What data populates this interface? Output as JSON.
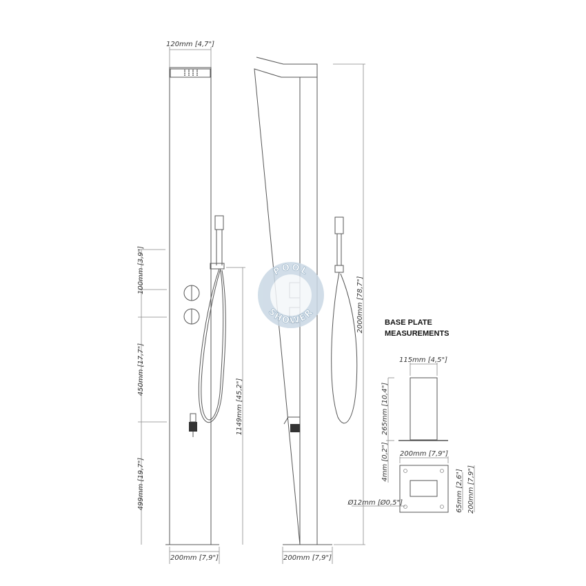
{
  "logo": {
    "top": "POOL",
    "bottom": "SHOWER"
  },
  "front_view": {
    "top_width": "120mm [4,7\"]",
    "mixer_spacing": "100mm [3,9\"]",
    "mixer_to_tap": "450mm [17,7\"]",
    "tap_height": "499mm [19,7\"]",
    "holder_height": "1149mm [45,2\"]",
    "base_width": "200mm [7,9\"]"
  },
  "side_view": {
    "total_height": "2000mm [78,7\"]",
    "base_width": "200mm [7,9\"]"
  },
  "base_plate": {
    "title_line1": "BASE PLATE",
    "title_line2": "MEASUREMENTS",
    "post_width": "115mm [4,5\"]",
    "post_height": "265mm [10,4\"]",
    "plate_thickness": "4mm [0,2\"]",
    "plate_width": "200mm [7,9\"]",
    "plate_depth": "200mm [7,9\"]",
    "hole_diameter": "Ø12mm [Ø0,5\"]",
    "hole_offset": "65mm [2,6\"]"
  },
  "colors": {
    "line": "#555555",
    "logo": "#8fb0c8"
  }
}
